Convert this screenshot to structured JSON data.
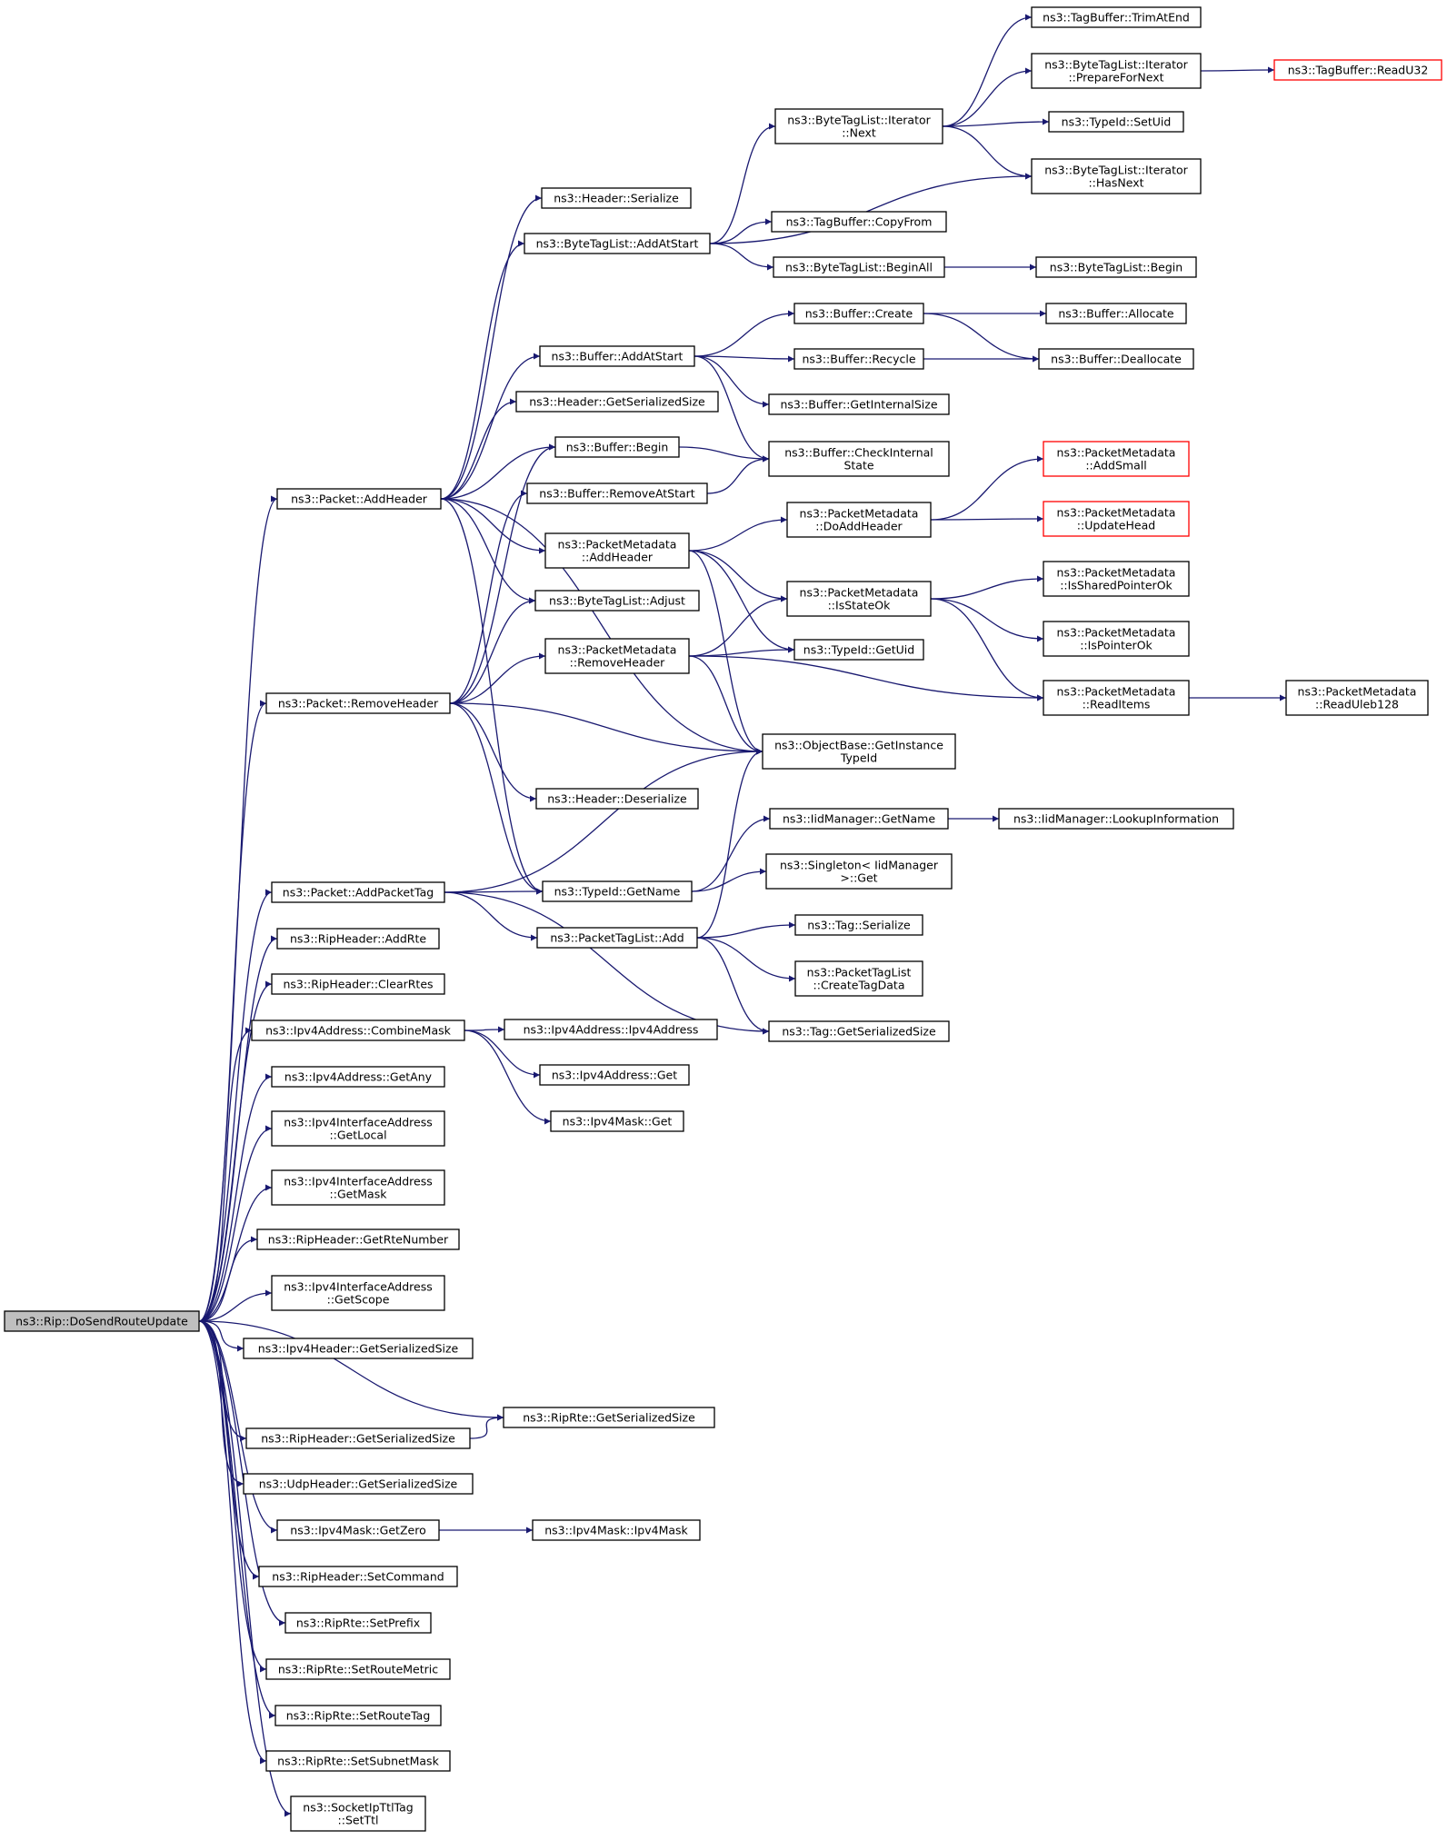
{
  "graph": {
    "root": "root",
    "nodes": [
      {
        "id": "root",
        "label": [
          "ns3::Rip::DoSendRouteUpdate"
        ],
        "style": "root"
      },
      {
        "id": "addHeader",
        "label": [
          "ns3::Packet::AddHeader"
        ]
      },
      {
        "id": "removeHeader",
        "label": [
          "ns3::Packet::RemoveHeader"
        ]
      },
      {
        "id": "addPacketTag",
        "label": [
          "ns3::Packet::AddPacketTag"
        ]
      },
      {
        "id": "ripAddRte",
        "label": [
          "ns3::RipHeader::AddRte"
        ]
      },
      {
        "id": "ripClearRtes",
        "label": [
          "ns3::RipHeader::ClearRtes"
        ]
      },
      {
        "id": "combineMask",
        "label": [
          "ns3::Ipv4Address::CombineMask"
        ]
      },
      {
        "id": "ipv4GetAny",
        "label": [
          "ns3::Ipv4Address::GetAny"
        ]
      },
      {
        "id": "ifaceGetLocal",
        "label": [
          "ns3::Ipv4InterfaceAddress",
          "::GetLocal"
        ]
      },
      {
        "id": "ifaceGetMask",
        "label": [
          "ns3::Ipv4InterfaceAddress",
          "::GetMask"
        ]
      },
      {
        "id": "ripGetRteNumber",
        "label": [
          "ns3::RipHeader::GetRteNumber"
        ]
      },
      {
        "id": "ifaceGetScope",
        "label": [
          "ns3::Ipv4InterfaceAddress",
          "::GetScope"
        ]
      },
      {
        "id": "ipv4HeaderSize",
        "label": [
          "ns3::Ipv4Header::GetSerializedSize"
        ]
      },
      {
        "id": "ripRteSize",
        "label": [
          "ns3::RipRte::GetSerializedSize"
        ]
      },
      {
        "id": "ripHeaderSize",
        "label": [
          "ns3::RipHeader::GetSerializedSize"
        ]
      },
      {
        "id": "udpHeaderSize",
        "label": [
          "ns3::UdpHeader::GetSerializedSize"
        ]
      },
      {
        "id": "maskGetZero",
        "label": [
          "ns3::Ipv4Mask::GetZero"
        ]
      },
      {
        "id": "maskCtor",
        "label": [
          "ns3::Ipv4Mask::Ipv4Mask"
        ]
      },
      {
        "id": "ripSetCommand",
        "label": [
          "ns3::RipHeader::SetCommand"
        ]
      },
      {
        "id": "rteSetPrefix",
        "label": [
          "ns3::RipRte::SetPrefix"
        ]
      },
      {
        "id": "rteSetRouteMetric",
        "label": [
          "ns3::RipRte::SetRouteMetric"
        ]
      },
      {
        "id": "rteSetRouteTag",
        "label": [
          "ns3::RipRte::SetRouteTag"
        ]
      },
      {
        "id": "rteSetSubnetMask",
        "label": [
          "ns3::RipRte::SetSubnetMask"
        ]
      },
      {
        "id": "socketSetTtl",
        "label": [
          "ns3::SocketIpTtlTag",
          "::SetTtl"
        ]
      },
      {
        "id": "headerSerialize",
        "label": [
          "ns3::Header::Serialize"
        ]
      },
      {
        "id": "btlAddAtStart",
        "label": [
          "ns3::ByteTagList::AddAtStart"
        ]
      },
      {
        "id": "bufAddAtStart",
        "label": [
          "ns3::Buffer::AddAtStart"
        ]
      },
      {
        "id": "headerGetSize",
        "label": [
          "ns3::Header::GetSerializedSize"
        ]
      },
      {
        "id": "bufBegin",
        "label": [
          "ns3::Buffer::Begin"
        ]
      },
      {
        "id": "bufRemoveAtStart",
        "label": [
          "ns3::Buffer::RemoveAtStart"
        ]
      },
      {
        "id": "pmAddHeader",
        "label": [
          "ns3::PacketMetadata",
          "::AddHeader"
        ]
      },
      {
        "id": "btlAdjust",
        "label": [
          "ns3::ByteTagList::Adjust"
        ]
      },
      {
        "id": "pmRemoveHeader",
        "label": [
          "ns3::PacketMetadata",
          "::RemoveHeader"
        ]
      },
      {
        "id": "headerDeserialize",
        "label": [
          "ns3::Header::Deserialize"
        ]
      },
      {
        "id": "typeIdGetName",
        "label": [
          "ns3::TypeId::GetName"
        ]
      },
      {
        "id": "ptlAdd",
        "label": [
          "ns3::PacketTagList::Add"
        ]
      },
      {
        "id": "ipv4AddrCtor",
        "label": [
          "ns3::Ipv4Address::Ipv4Address"
        ]
      },
      {
        "id": "ipv4AddrGet",
        "label": [
          "ns3::Ipv4Address::Get"
        ]
      },
      {
        "id": "maskGet",
        "label": [
          "ns3::Ipv4Mask::Get"
        ]
      },
      {
        "id": "btlIterNext",
        "label": [
          "ns3::ByteTagList::Iterator",
          "::Next"
        ]
      },
      {
        "id": "tbCopyFrom",
        "label": [
          "ns3::TagBuffer::CopyFrom"
        ]
      },
      {
        "id": "btlBeginAll",
        "label": [
          "ns3::ByteTagList::BeginAll"
        ]
      },
      {
        "id": "bufCreate",
        "label": [
          "ns3::Buffer::Create"
        ]
      },
      {
        "id": "bufRecycle",
        "label": [
          "ns3::Buffer::Recycle"
        ]
      },
      {
        "id": "bufGetInternalSize",
        "label": [
          "ns3::Buffer::GetInternalSize"
        ]
      },
      {
        "id": "bufCheckInternalState",
        "label": [
          "ns3::Buffer::CheckInternal",
          "State"
        ]
      },
      {
        "id": "pmDoAddHeader",
        "label": [
          "ns3::PacketMetadata",
          "::DoAddHeader"
        ]
      },
      {
        "id": "pmIsStateOk",
        "label": [
          "ns3::PacketMetadata",
          "::IsStateOk"
        ]
      },
      {
        "id": "typeIdGetUid",
        "label": [
          "ns3::TypeId::GetUid"
        ]
      },
      {
        "id": "getInstanceTypeId",
        "label": [
          "ns3::ObjectBase::GetInstance",
          "TypeId"
        ]
      },
      {
        "id": "iidGetName",
        "label": [
          "ns3::IidManager::GetName"
        ]
      },
      {
        "id": "singletonGet",
        "label": [
          "ns3::Singleton< IidManager",
          ">::Get"
        ]
      },
      {
        "id": "tagSerialize",
        "label": [
          "ns3::Tag::Serialize"
        ]
      },
      {
        "id": "ptlCreateTagData",
        "label": [
          "ns3::PacketTagList",
          "::CreateTagData"
        ]
      },
      {
        "id": "tagGetSize",
        "label": [
          "ns3::Tag::GetSerializedSize"
        ]
      },
      {
        "id": "tbTrimAtEnd",
        "label": [
          "ns3::TagBuffer::TrimAtEnd"
        ]
      },
      {
        "id": "btlIterPrepare",
        "label": [
          "ns3::ByteTagList::Iterator",
          "::PrepareForNext"
        ]
      },
      {
        "id": "typeIdSetUid",
        "label": [
          "ns3::TypeId::SetUid"
        ]
      },
      {
        "id": "btlIterHasNext",
        "label": [
          "ns3::ByteTagList::Iterator",
          "::HasNext"
        ]
      },
      {
        "id": "btlBegin",
        "label": [
          "ns3::ByteTagList::Begin"
        ]
      },
      {
        "id": "bufAllocate",
        "label": [
          "ns3::Buffer::Allocate"
        ]
      },
      {
        "id": "bufDeallocate",
        "label": [
          "ns3::Buffer::Deallocate"
        ]
      },
      {
        "id": "pmAddSmall",
        "label": [
          "ns3::PacketMetadata",
          "::AddSmall"
        ],
        "style": "truncated"
      },
      {
        "id": "pmUpdateHead",
        "label": [
          "ns3::PacketMetadata",
          "::UpdateHead"
        ],
        "style": "truncated"
      },
      {
        "id": "pmIsSharedPointerOk",
        "label": [
          "ns3::PacketMetadata",
          "::IsSharedPointerOk"
        ]
      },
      {
        "id": "pmIsPointerOk",
        "label": [
          "ns3::PacketMetadata",
          "::IsPointerOk"
        ]
      },
      {
        "id": "pmReadItems",
        "label": [
          "ns3::PacketMetadata",
          "::ReadItems"
        ]
      },
      {
        "id": "iidLookup",
        "label": [
          "ns3::IidManager::LookupInformation"
        ]
      },
      {
        "id": "tbReadU32",
        "label": [
          "ns3::TagBuffer::ReadU32"
        ],
        "style": "truncated"
      },
      {
        "id": "pmReadUleb128",
        "label": [
          "ns3::PacketMetadata",
          "::ReadUleb128"
        ]
      }
    ],
    "edges": [
      [
        "root",
        "addHeader"
      ],
      [
        "root",
        "removeHeader"
      ],
      [
        "root",
        "addPacketTag"
      ],
      [
        "root",
        "ripAddRte"
      ],
      [
        "root",
        "ripClearRtes"
      ],
      [
        "root",
        "combineMask"
      ],
      [
        "root",
        "ipv4GetAny"
      ],
      [
        "root",
        "ifaceGetLocal"
      ],
      [
        "root",
        "ifaceGetMask"
      ],
      [
        "root",
        "ripGetRteNumber"
      ],
      [
        "root",
        "ifaceGetScope"
      ],
      [
        "root",
        "ipv4HeaderSize"
      ],
      [
        "root",
        "ripRteSize"
      ],
      [
        "root",
        "ripHeaderSize"
      ],
      [
        "root",
        "udpHeaderSize"
      ],
      [
        "root",
        "maskGetZero"
      ],
      [
        "root",
        "ripSetCommand"
      ],
      [
        "root",
        "rteSetPrefix"
      ],
      [
        "root",
        "rteSetRouteMetric"
      ],
      [
        "root",
        "rteSetRouteTag"
      ],
      [
        "root",
        "rteSetSubnetMask"
      ],
      [
        "root",
        "socketSetTtl"
      ],
      [
        "addHeader",
        "headerSerialize"
      ],
      [
        "addHeader",
        "btlAddAtStart"
      ],
      [
        "addHeader",
        "bufAddAtStart"
      ],
      [
        "addHeader",
        "headerGetSize"
      ],
      [
        "addHeader",
        "bufBegin"
      ],
      [
        "addHeader",
        "pmAddHeader"
      ],
      [
        "addHeader",
        "btlAdjust"
      ],
      [
        "addHeader",
        "typeIdGetName"
      ],
      [
        "addHeader",
        "getInstanceTypeId"
      ],
      [
        "removeHeader",
        "bufBegin"
      ],
      [
        "removeHeader",
        "bufRemoveAtStart"
      ],
      [
        "removeHeader",
        "btlAdjust"
      ],
      [
        "removeHeader",
        "pmRemoveHeader"
      ],
      [
        "removeHeader",
        "getInstanceTypeId"
      ],
      [
        "removeHeader",
        "headerDeserialize"
      ],
      [
        "removeHeader",
        "typeIdGetName"
      ],
      [
        "addPacketTag",
        "getInstanceTypeId"
      ],
      [
        "addPacketTag",
        "typeIdGetName"
      ],
      [
        "addPacketTag",
        "ptlAdd"
      ],
      [
        "addPacketTag",
        "tagGetSize"
      ],
      [
        "combineMask",
        "ipv4AddrCtor"
      ],
      [
        "combineMask",
        "ipv4AddrGet"
      ],
      [
        "combineMask",
        "maskGet"
      ],
      [
        "ripHeaderSize",
        "ripRteSize"
      ],
      [
        "maskGetZero",
        "maskCtor"
      ],
      [
        "btlAddAtStart",
        "btlIterNext"
      ],
      [
        "btlAddAtStart",
        "btlIterHasNext"
      ],
      [
        "btlAddAtStart",
        "tbCopyFrom"
      ],
      [
        "btlAddAtStart",
        "btlBeginAll"
      ],
      [
        "bufAddAtStart",
        "bufCreate"
      ],
      [
        "bufAddAtStart",
        "bufRecycle"
      ],
      [
        "bufAddAtStart",
        "bufGetInternalSize"
      ],
      [
        "bufAddAtStart",
        "bufCheckInternalState"
      ],
      [
        "bufBegin",
        "bufCheckInternalState"
      ],
      [
        "bufRemoveAtStart",
        "bufCheckInternalState"
      ],
      [
        "pmAddHeader",
        "pmDoAddHeader"
      ],
      [
        "pmAddHeader",
        "pmIsStateOk"
      ],
      [
        "pmAddHeader",
        "typeIdGetUid"
      ],
      [
        "pmAddHeader",
        "getInstanceTypeId"
      ],
      [
        "pmRemoveHeader",
        "pmIsStateOk"
      ],
      [
        "pmRemoveHeader",
        "typeIdGetUid"
      ],
      [
        "pmRemoveHeader",
        "pmReadItems"
      ],
      [
        "pmRemoveHeader",
        "getInstanceTypeId"
      ],
      [
        "typeIdGetName",
        "iidGetName"
      ],
      [
        "typeIdGetName",
        "singletonGet"
      ],
      [
        "ptlAdd",
        "getInstanceTypeId"
      ],
      [
        "ptlAdd",
        "tagSerialize"
      ],
      [
        "ptlAdd",
        "ptlCreateTagData"
      ],
      [
        "ptlAdd",
        "tagGetSize"
      ],
      [
        "btlIterNext",
        "tbTrimAtEnd"
      ],
      [
        "btlIterNext",
        "btlIterPrepare"
      ],
      [
        "btlIterNext",
        "typeIdSetUid"
      ],
      [
        "btlIterNext",
        "btlIterHasNext"
      ],
      [
        "btlBeginAll",
        "btlBegin"
      ],
      [
        "bufCreate",
        "bufAllocate"
      ],
      [
        "bufCreate",
        "bufDeallocate"
      ],
      [
        "bufRecycle",
        "bufDeallocate"
      ],
      [
        "pmDoAddHeader",
        "pmAddSmall"
      ],
      [
        "pmDoAddHeader",
        "pmUpdateHead"
      ],
      [
        "pmIsStateOk",
        "pmIsSharedPointerOk"
      ],
      [
        "pmIsStateOk",
        "pmIsPointerOk"
      ],
      [
        "pmIsStateOk",
        "pmReadItems"
      ],
      [
        "iidGetName",
        "iidLookup"
      ],
      [
        "btlIterPrepare",
        "tbReadU32"
      ],
      [
        "pmReadItems",
        "pmReadUleb128"
      ]
    ]
  }
}
